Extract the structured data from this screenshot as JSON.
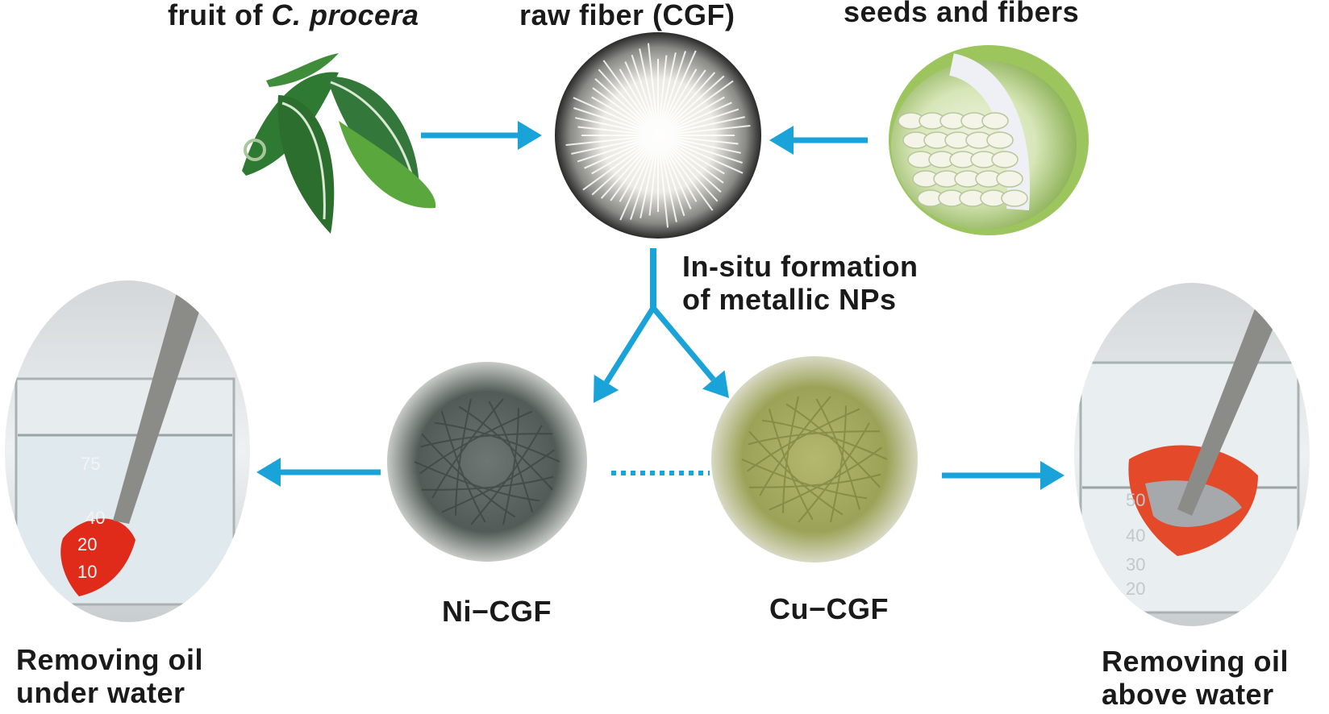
{
  "labels": {
    "fruit_prefix": "fruit of ",
    "fruit_species": "C. procera",
    "raw_fiber": "raw fiber (CGF)",
    "seeds_fibers": "seeds and fibers",
    "insitu_line1": "In-situ formation",
    "insitu_line2": "of metallic NPs",
    "ni_cgf": "Ni−CGF",
    "cu_cgf": "Cu−CGF",
    "under_line1": "Removing oil",
    "under_line2": "under water",
    "above_line1": "Removing oil",
    "above_line2": "above water"
  },
  "beaker_marks_left": [
    "75",
    "40",
    "20",
    "10"
  ],
  "beaker_marks_right": [
    "50",
    "40",
    "30",
    "20"
  ],
  "colors": {
    "arrow": "#1aa3d8",
    "label": "#1a1a1a",
    "oil": "#e02a1a",
    "ni_fiber": "#5b6460",
    "cu_fiber": "#a8ae62"
  }
}
